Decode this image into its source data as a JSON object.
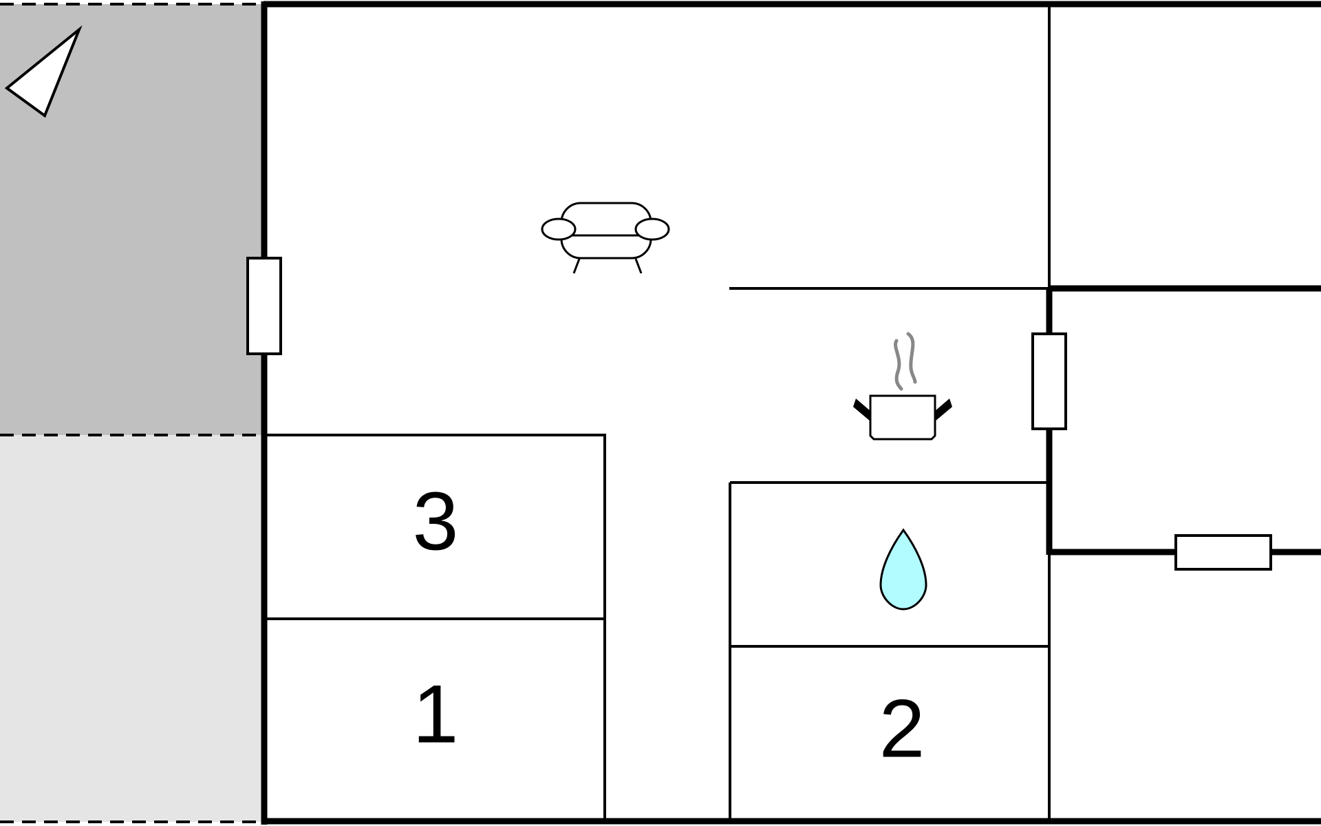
{
  "floorplan": {
    "room_labels": {
      "room_3": "3",
      "room_1": "1",
      "room_2": "2"
    },
    "icons": {
      "compass": "compass-arrow-icon",
      "living_room": "sofa-icon",
      "kitchen": "cooking-pot-icon",
      "bathroom": "water-drop-icon"
    },
    "colors": {
      "terrace_shaded": "#c0c0c0",
      "terrace_light": "#e5e5e5",
      "wall": "#000000",
      "steam": "#888888",
      "water_drop": "#b2fcff",
      "background": "#ffffff"
    }
  }
}
